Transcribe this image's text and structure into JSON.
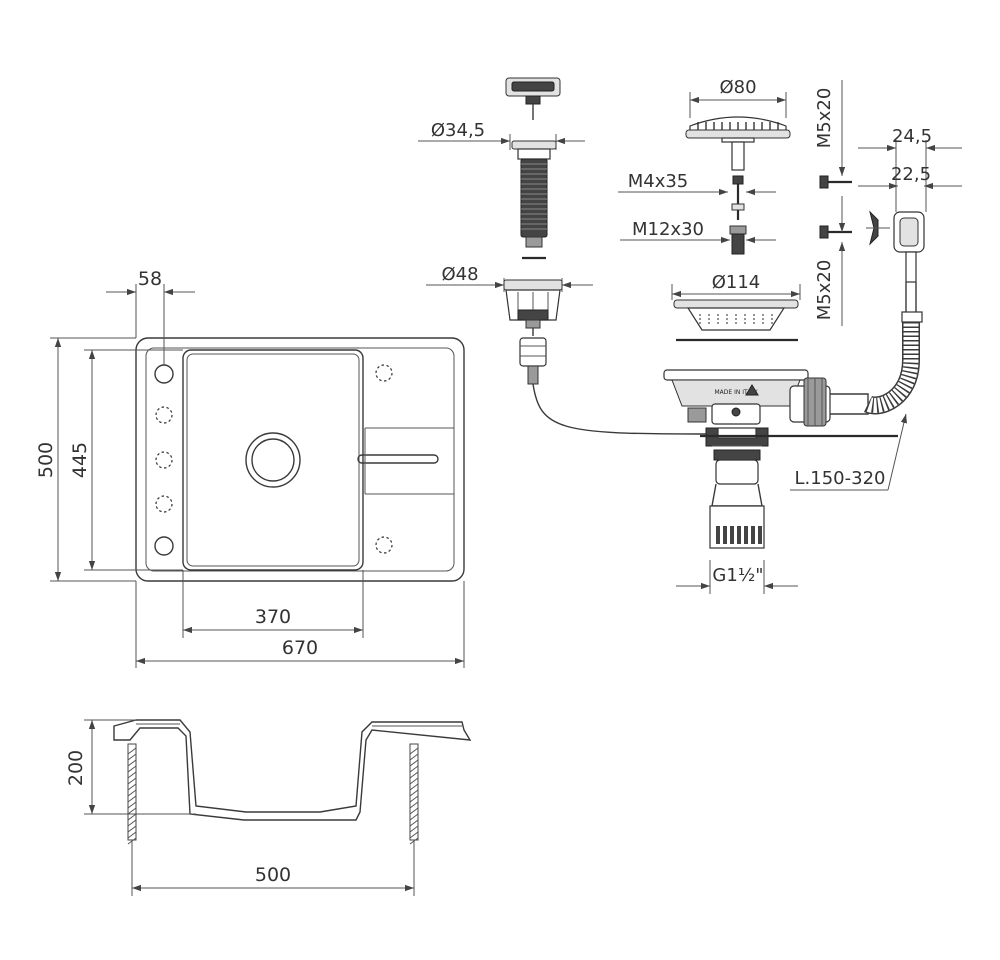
{
  "top_view": {
    "dim_overall_width": "670",
    "dim_bowl_width": "370",
    "dim_overall_depth": "500",
    "dim_bowl_depth": "445",
    "dim_hole_offset": "58"
  },
  "side_view": {
    "dim_height": "200",
    "dim_cabinet_width": "500"
  },
  "components": {
    "overflow_cap_diameter": "Ø34,5",
    "overflow_body_diameter": "Ø48",
    "strainer_plug_diameter": "Ø80",
    "screw_m4": "M4x35",
    "screw_m12": "M12x30",
    "strainer_diameter": "Ø114",
    "screw_m5_top": "M5x20",
    "screw_m5_bottom": "M5x20",
    "overflow_width_outer": "24,5",
    "overflow_width_inner": "22,5",
    "hose_length": "L.150-320",
    "thread_size": "G1½\"",
    "stamp_text": "MADE IN ITALY"
  },
  "colors": {
    "line": "#3a3a3a",
    "dimension": "#555555",
    "text": "#333333"
  }
}
